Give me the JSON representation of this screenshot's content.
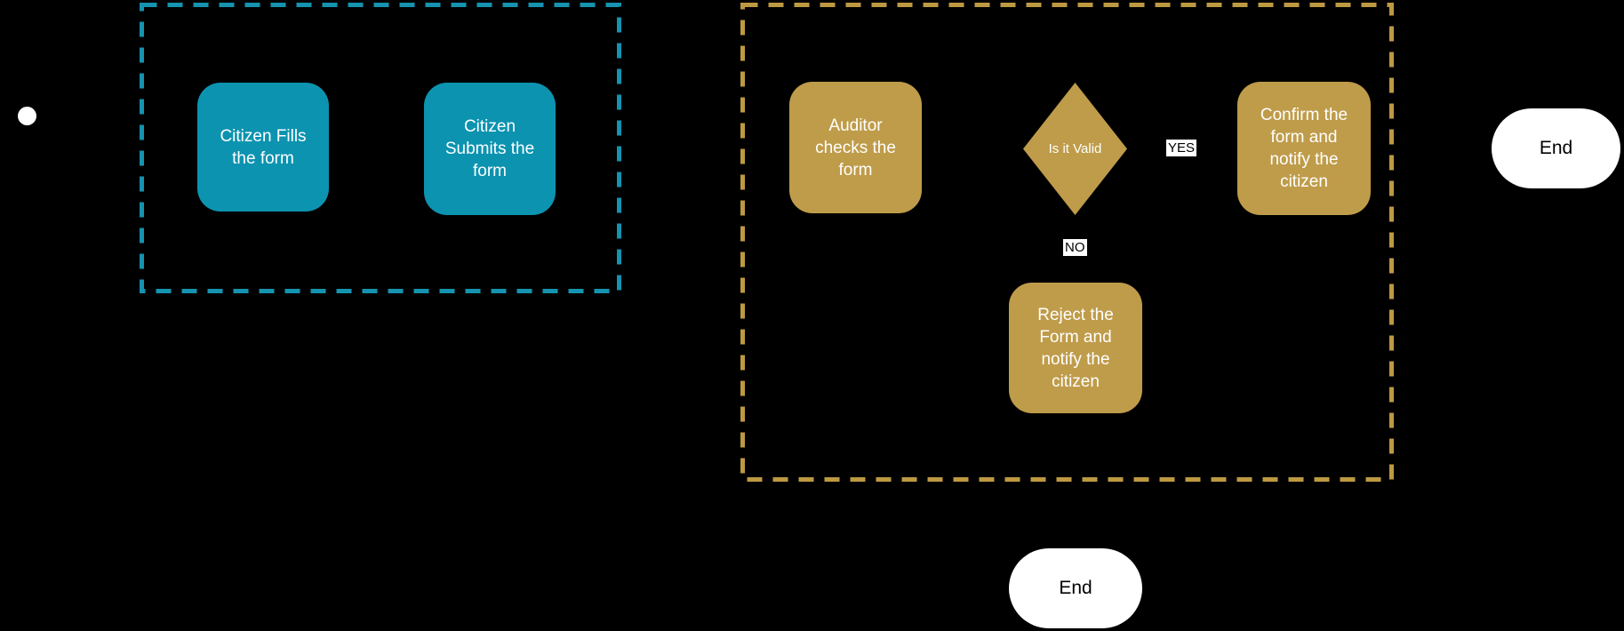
{
  "colors": {
    "canvas_bg": "#000000",
    "teal_fill": "#0C93B0",
    "teal_border": "#1593AF",
    "gold_fill": "#BF9C4A",
    "gold_border": "#BD9942",
    "node_text": "#FFFFFF",
    "end_fill": "#FFFFFF",
    "end_text": "#000000",
    "label_bg": "#FFFFFF",
    "label_text": "#000000"
  },
  "diagram": {
    "type": "flowchart",
    "lanes": [
      {
        "id": "citizen-lane",
        "style": "dashed-teal"
      },
      {
        "id": "auditor-lane",
        "style": "dashed-gold"
      }
    ],
    "nodes": {
      "start": {
        "type": "start-event"
      },
      "fill_form": {
        "label": "Citizen Fills\nthe form"
      },
      "submit_form": {
        "label": "Citizen\nSubmits the\nform"
      },
      "auditor_checks": {
        "label": "Auditor\nchecks the\nform"
      },
      "gateway": {
        "label": "Is it Valid"
      },
      "confirm": {
        "label": "Confirm the\nform and\nnotify the\ncitizen"
      },
      "reject": {
        "label": "Reject the\nForm and\nnotify the\ncitizen"
      },
      "end_right": {
        "label": "End"
      },
      "end_bottom": {
        "label": "End"
      }
    },
    "edge_labels": {
      "yes": "YES",
      "no": "NO"
    }
  }
}
